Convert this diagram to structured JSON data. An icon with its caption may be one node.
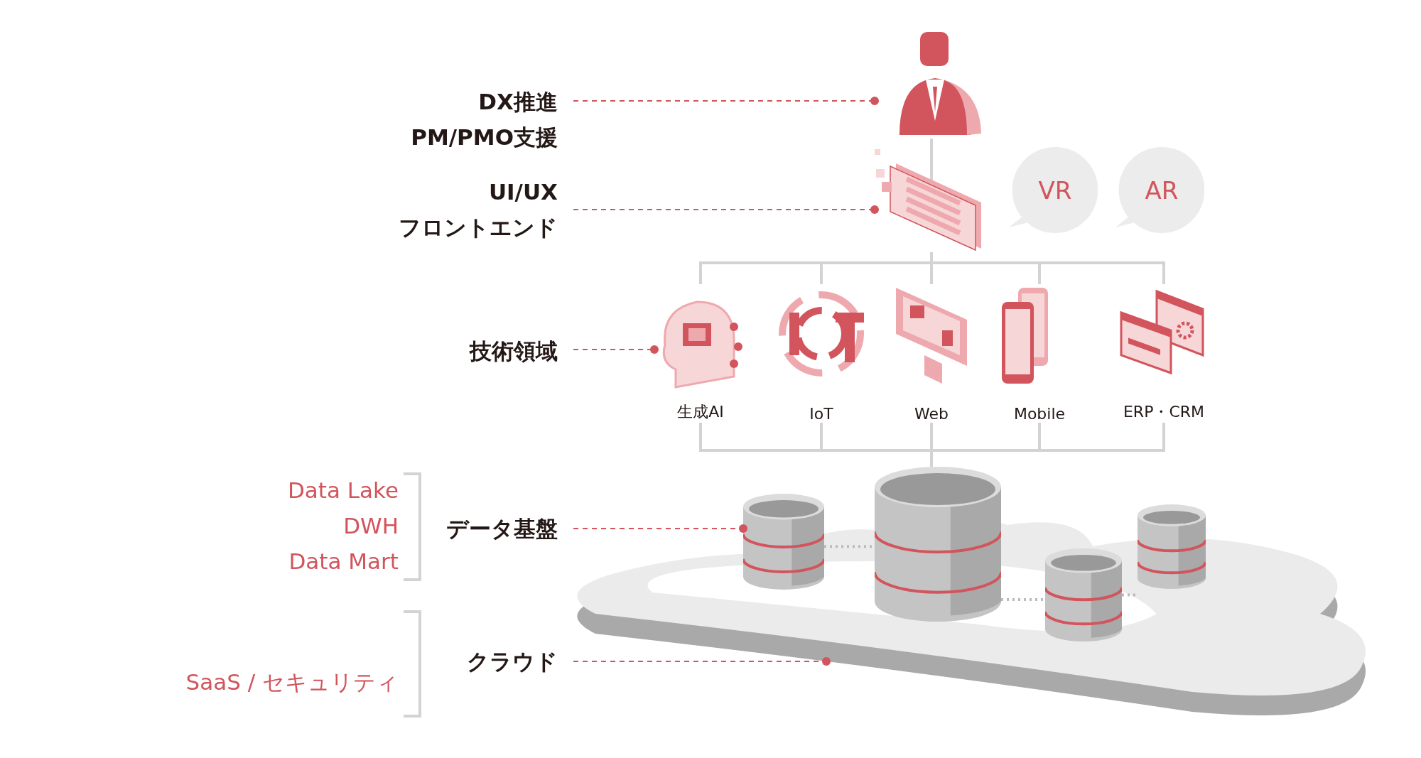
{
  "diagram": {
    "nodes": [
      {
        "text": [
          "DX推進 PM/PMO支援"
        ]
      },
      {
        "text": [],
        "shape": "person"
      },
      {
        "text": [
          "UI/UX フロントエンド"
        ]
      },
      {
        "text": [],
        "shape": "picture"
      },
      {
        "text": [
          "VR"
        ]
      },
      {
        "text": [
          "AR"
        ]
      },
      {
        "text": [
          "技術領域"
        ]
      },
      {
        "text": [
          "生成AI"
        ]
      },
      {
        "text": [
          "IoT"
        ]
      },
      {
        "text": [
          "Web"
        ]
      },
      {
        "text": [
          "Mobile"
        ]
      },
      {
        "text": [
          "ERP・CRM"
        ]
      },
      {
        "text": [
          "データ基盤"
        ]
      },
      {
        "text": [],
        "shape": "cylinder",
        "in": 18
      },
      {
        "text": [],
        "shape": "cylinder"
      },
      {
        "text": [],
        "shape": "cylinder",
        "in": 18
      },
      {
        "text": [],
        "shape": "cylinder",
        "in": 18
      },
      {
        "text": [
          "クラウド"
        ]
      },
      {
        "text": [],
        "shape": "cloud"
      }
    ],
    "edges": [
      {
        "from": 0,
        "to": 1,
        "arrow": "other",
        "style": "dashed",
        "color": "#d2545c"
      },
      {
        "from": 2,
        "to": 3,
        "arrow": "other",
        "style": "dashed",
        "color": "#d2545c"
      },
      {
        "from": 6,
        "to": 7,
        "arrow": "other",
        "style": "dashed",
        "color": "#d2545c"
      },
      {
        "from": 12,
        "to": 13,
        "arrow": "other",
        "style": "dashed",
        "color": "#d2545c"
      },
      {
        "from": 17,
        "to": 18,
        "arrow": "other",
        "style": "dashed",
        "color": "#d2545c"
      },
      {
        "from": 1,
        "to": 3,
        "arrow": "none"
      },
      {
        "from": 3,
        "to": 7,
        "arrow": "none"
      },
      {
        "from": 3,
        "to": 8,
        "arrow": "none"
      },
      {
        "from": 3,
        "to": 9,
        "arrow": "none"
      },
      {
        "from": 3,
        "to": 10,
        "arrow": "none"
      },
      {
        "from": 3,
        "to": 11,
        "arrow": "none"
      },
      {
        "from": 7,
        "to": 14,
        "arrow": "none"
      },
      {
        "from": 8,
        "to": 14,
        "arrow": "none"
      },
      {
        "from": 9,
        "to": 14,
        "arrow": "none"
      },
      {
        "from": 10,
        "to": 14,
        "arrow": "none"
      },
      {
        "from": 11,
        "to": 14,
        "arrow": "none"
      },
      {
        "from": 13,
        "to": 14,
        "arrow": "none",
        "style": "dashed",
        "color": "#bbbbbb"
      },
      {
        "from": 14,
        "to": 15,
        "arrow": "none",
        "style": "dashed",
        "color": "#bbbbbb"
      },
      {
        "from": 15,
        "to": 16,
        "arrow": "none",
        "style": "dashed",
        "color": "#bbbbbb"
      }
    ],
    "labels": [
      "Data Lake",
      "DWH",
      "Data Mart",
      "SaaS / セキュリティ"
    ]
  }
}
